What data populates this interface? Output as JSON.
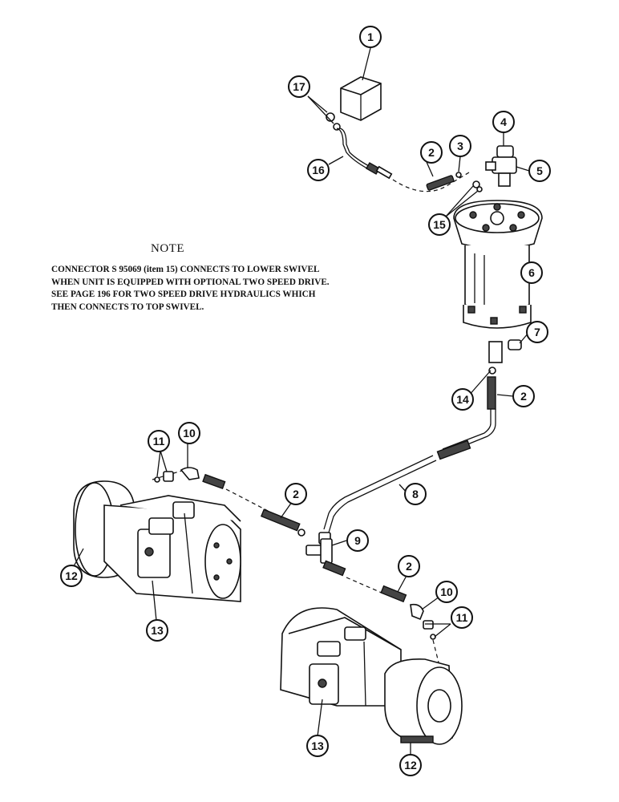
{
  "note": {
    "title": "NOTE",
    "lines": [
      "CONNECTOR S 95069 (item 15) CONNECTS TO LOWER SWIVEL",
      "WHEN UNIT IS EQUIPPED WITH OPTIONAL TWO SPEED DRIVE.",
      "SEE PAGE 196 FOR TWO SPEED DRIVE HYDRAULICS WHICH",
      "THEN CONNECTS TO TOP SWIVEL."
    ]
  },
  "callouts": [
    "1",
    "17",
    "16",
    "2",
    "3",
    "4",
    "5",
    "15",
    "6",
    "7",
    "14",
    "2",
    "11",
    "10",
    "8",
    "2",
    "9",
    "12",
    "13",
    "2",
    "10",
    "11",
    "13",
    "12"
  ]
}
